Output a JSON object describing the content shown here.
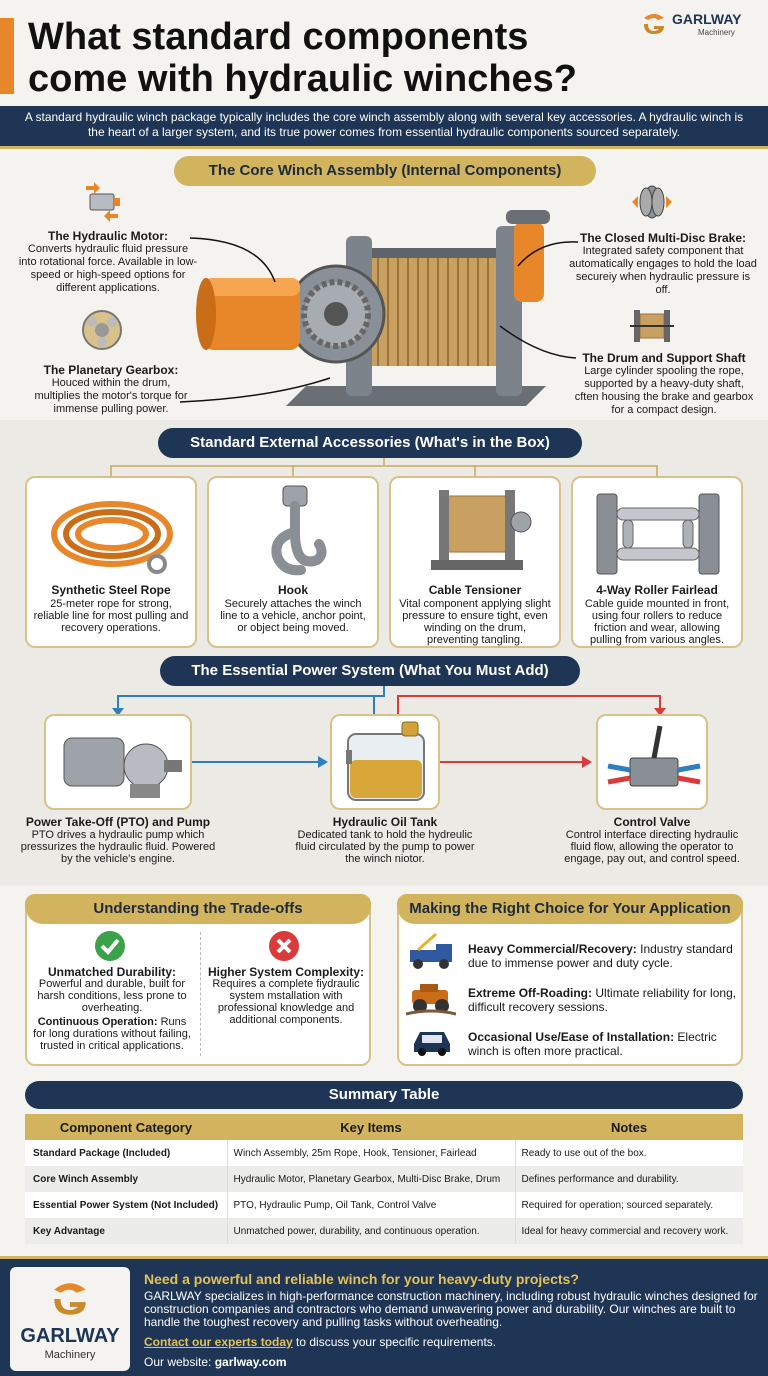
{
  "header": {
    "title_line1": "What standard components",
    "title_line2": "come with hydraulic winches?",
    "brand_name": "GARLWAY",
    "brand_sub": "Machinery",
    "intro": "A standard hydraulic winch package typically includes the core winch assembly along with several key accessories. A hydraulic winch is the heart of a larger system, and its true power comes from essential hydraulic components sourced separately."
  },
  "core": {
    "heading": "The Core Winch Assembly (Internal Components)",
    "motor_title": "The Hydraulic Motor:",
    "motor_desc": "Converts hydraulic fluid pressure into rotational force. Available in low-speed or high-speed options for different applications.",
    "gearbox_title": "The Planetary Gearbox:",
    "gearbox_desc": "Houced within the drum, multiplies the motor's torque for immense pulling power.",
    "brake_title": "The Closed Multi-Disc Brake:",
    "brake_desc": "Integrated safety component that automatically engages to hold the load secureiy when hydraulic pressure is off.",
    "drum_title": "The Drum and Support Shaft",
    "drum_desc": "Large cylinder spooling the rope, supported by a heavy-duty shaft, cften housing the brake and gearbox for a compact design."
  },
  "accessories": {
    "heading": "Standard External Accessories (What's in the Box)",
    "items": [
      {
        "title": "Synthetic Steel Rope",
        "desc": "25-meter rope for strong, reliable line for most pulling and recovery operations."
      },
      {
        "title": "Hook",
        "desc": "Securely attaches the winch line to a vehicle, anchor point, or object being moved."
      },
      {
        "title": "Cable Tensioner",
        "desc": "Vital component applying slight pressure to ensure tight, even winding on the drum, preventing tangling."
      },
      {
        "title": "4-Way Roller Fairlead",
        "desc": "Cable guide mounted in front, using four rollers to reduce friction and wear, allowing pulling from various angles."
      }
    ]
  },
  "power": {
    "heading": "The Essential Power System (What You Must Add)",
    "items": [
      {
        "title": "Power Take-Off (PTO) and Pump",
        "desc": "PTO drives a hydraulic pump which pressurizes the hydraulic fluid. Powered by the vehicle's engine."
      },
      {
        "title": "Hydraulic Oil Tank",
        "desc": "Dedicated tank to hold the hydreulic fluid circulated by the pump to power the winch niotor."
      },
      {
        "title": "Control Valve",
        "desc": "Control interface directing hydraulic fluid flow, allowing the operator to engage, pay out, and control speed."
      }
    ]
  },
  "tradeoffs": {
    "heading": "Understanding the Trade-offs",
    "pro_title": "Unmatched Durability:",
    "pro_desc": "Powerful and durable, built for harsh conditions, less prone to overheating.",
    "pro2_title": "Continuous Operation:",
    "pro2_desc": "Runs for long durations without failing, trusted in critical applications.",
    "con_title": "Higher System Complexity:",
    "con_desc": "Requires a complete fiydraulic system mstallation with professional knowledge and additional components."
  },
  "choice": {
    "heading": "Making the Right Choice for Your Application",
    "items": [
      {
        "title": "Heavy Commercial/Recovery:",
        "desc": "Industry standard due to immense power and duty cycle."
      },
      {
        "title": "Extreme Off-Roading:",
        "desc": "Ultimate reliability for long, difficult recovery sessions."
      },
      {
        "title": "Occasional Use/Ease of Installation:",
        "desc": "Electric winch is often more practical."
      }
    ]
  },
  "summary": {
    "heading": "Summary Table",
    "columns": [
      "Component Category",
      "Key Items",
      "Notes"
    ],
    "rows": [
      [
        "Standard Package (Included)",
        "Winch Assembly, 25m Rope, Hook, Tensioner, Fairlead",
        "Ready to use out of the box."
      ],
      [
        "Core Winch Assembly",
        "Hydraulic Motor, Planetary Gearbox, Multi-Disc Brake, Drum",
        "Defines performance and durability."
      ],
      [
        "Essential Power System (Not Included)",
        "PTO, Hydraulic Pump, Oil Tank, Control Valve",
        "Required for operation; sourced separately."
      ],
      [
        "Key Advantage",
        "Unmatched power, durability, and continuous operation.",
        "Ideal for heavy commercial and recovery work."
      ]
    ]
  },
  "footer": {
    "brand_name": "GARLWAY",
    "brand_sub": "Machinery",
    "cta_title": "Need a powerful and reliable winch for your heavy-duty projects?",
    "body": "GARLWAY specializes in high-performance construction machinery, including robust hydraulic winches designed for construction companies and contractors who demand unwavering power and durability. Our winches are built to handle the toughest recovery and pulling tasks without overheating.",
    "contact_link": "Contact our experts today",
    "contact_rest": " to discuss your specific requirements.",
    "website_label": "Our website: ",
    "website": "garlway.com"
  },
  "colors": {
    "navy": "#1e3556",
    "gold": "#d2b45e",
    "orange": "#e8872a",
    "red": "#d93b3b",
    "green": "#3aa34a",
    "blue": "#2f7ec1"
  }
}
